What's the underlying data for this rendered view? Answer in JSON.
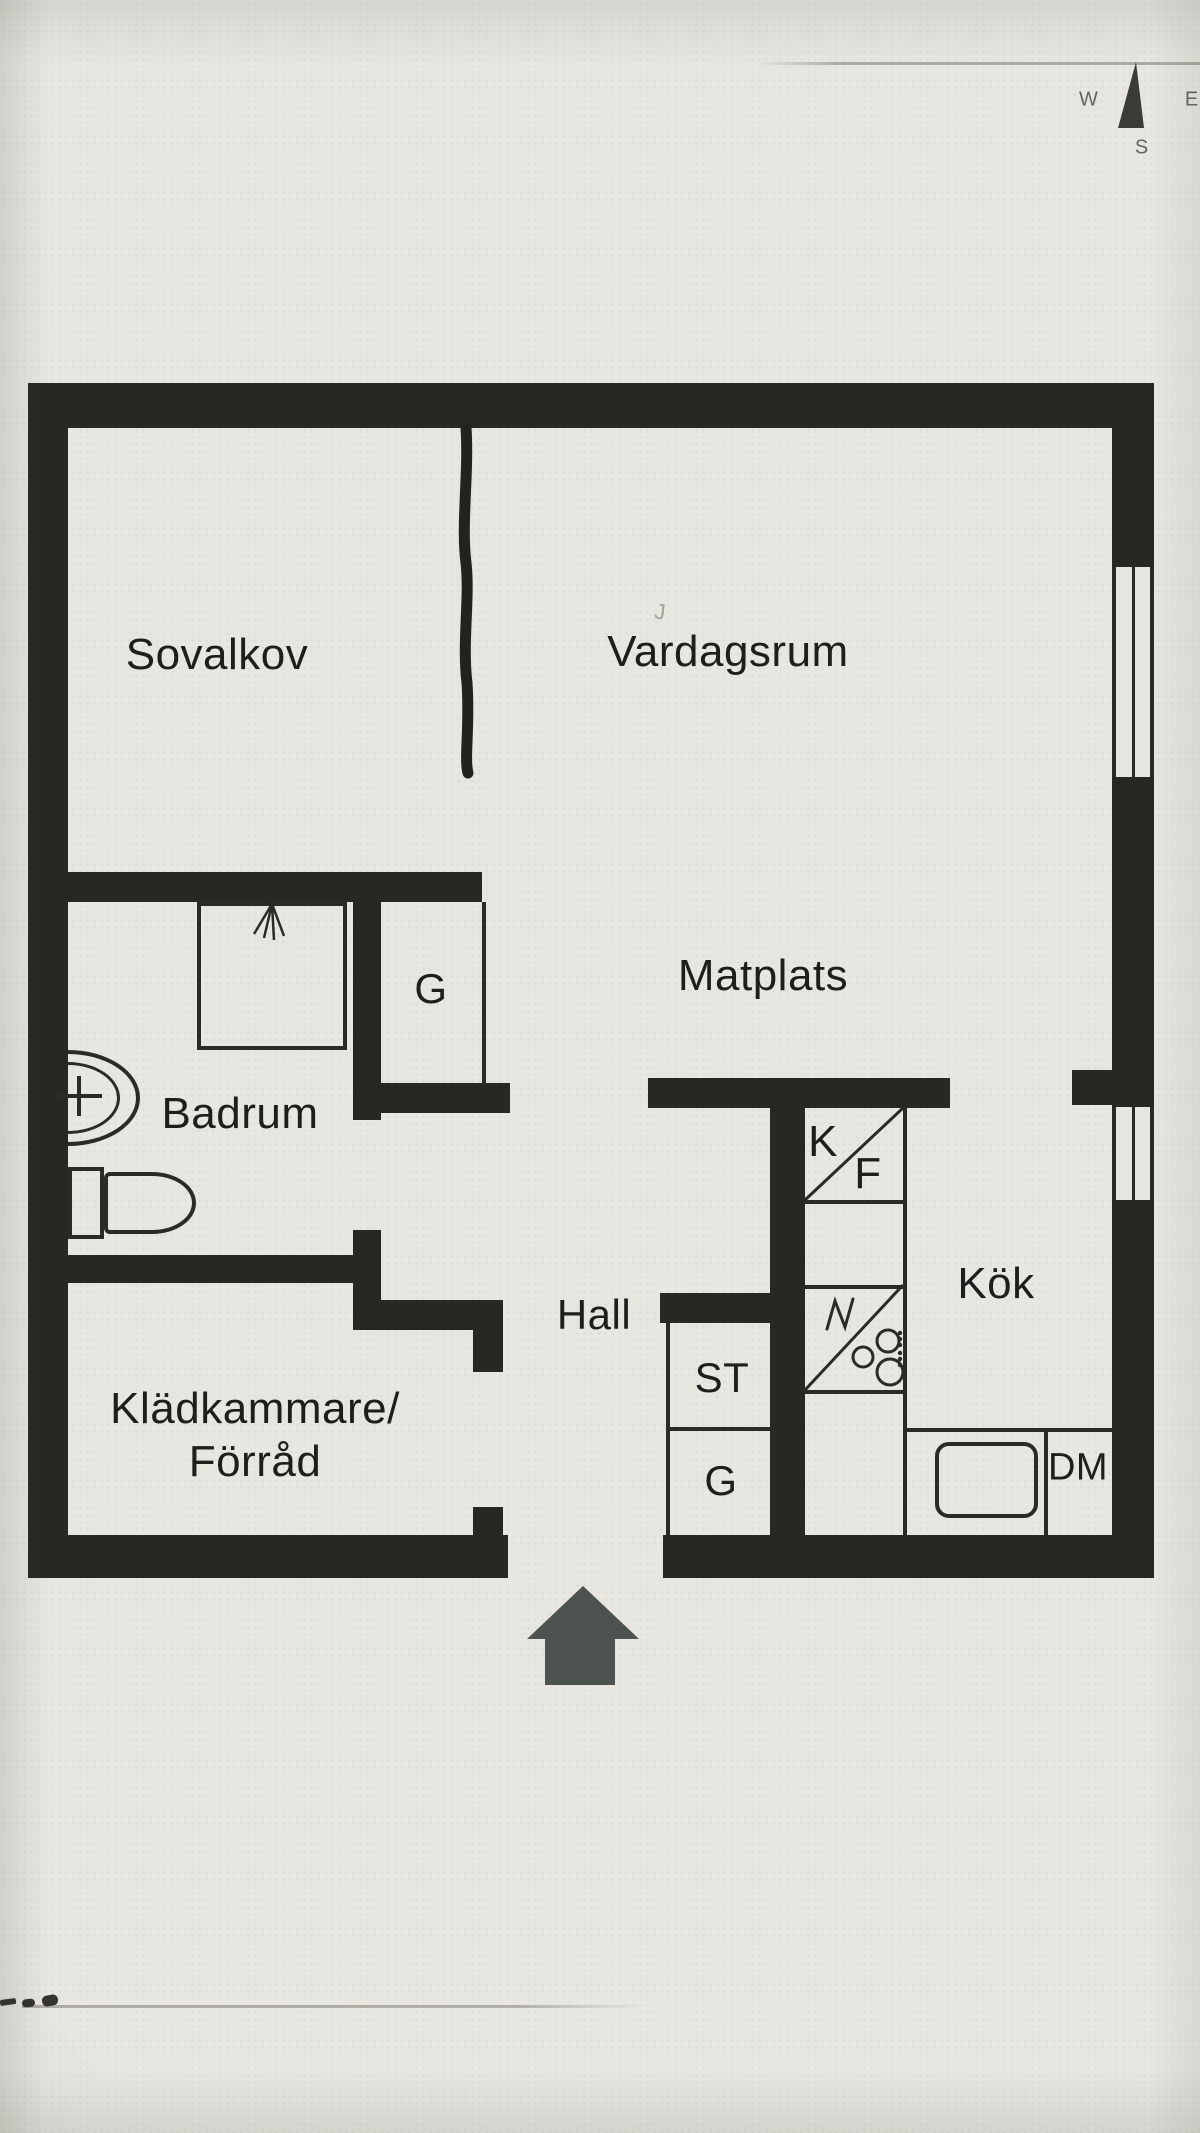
{
  "document": {
    "kind": "apartment floor plan, photographed paper",
    "colors": {
      "paper": "#e7e6e0",
      "wall": "#282721",
      "line": "#2b2a25",
      "text": "#1e1e1c",
      "arrow": "#4b5250",
      "compass": "#65655f"
    }
  },
  "compass": {
    "w": "W",
    "e": "E",
    "s": "S"
  },
  "rooms": {
    "sovalkov": "Sovalkov",
    "vardagsrum": "Vardagsrum",
    "matplats": "Matplats",
    "badrum": "Badrum",
    "hall": "Hall",
    "kladkammare_line1": "Klädkammare/",
    "kladkammare_line2": "Förråd",
    "kok": "Kök"
  },
  "fixtures": {
    "closet_upper": "G",
    "fridge": "K",
    "freezer": "F",
    "cleaning_closet": "ST",
    "closet_lower": "G",
    "dishwasher": "DM"
  },
  "annotations": {
    "pen_mark": "J"
  }
}
